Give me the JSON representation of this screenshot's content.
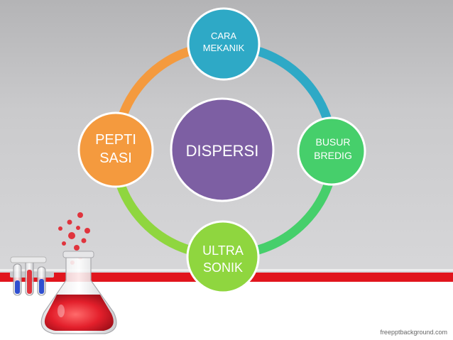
{
  "diagram": {
    "center": {
      "label": "DISPERSI",
      "color": "#7d5fa3"
    },
    "nodes": [
      {
        "id": "top",
        "lines": [
          "CARA",
          "MEKANIK"
        ],
        "color": "#2ea9c6"
      },
      {
        "id": "right",
        "lines": [
          "BUSUR",
          "BREDIG"
        ],
        "color": "#46cf6b"
      },
      {
        "id": "bottom",
        "lines": [
          "ULTRA",
          "SONIK"
        ],
        "color": "#8fd63f"
      },
      {
        "id": "left",
        "lines": [
          "PEPTI",
          "SASI"
        ],
        "color": "#f49a3e"
      }
    ],
    "ring_colors": {
      "top_right": "#2ea9c6",
      "right_bottom": "#46cf6b",
      "bottom_left": "#8fd63f",
      "left_top": "#f49a3e"
    }
  },
  "footer": {
    "watermark": "freepptbackground.com"
  },
  "colors": {
    "accent_red": "#e1151d"
  }
}
